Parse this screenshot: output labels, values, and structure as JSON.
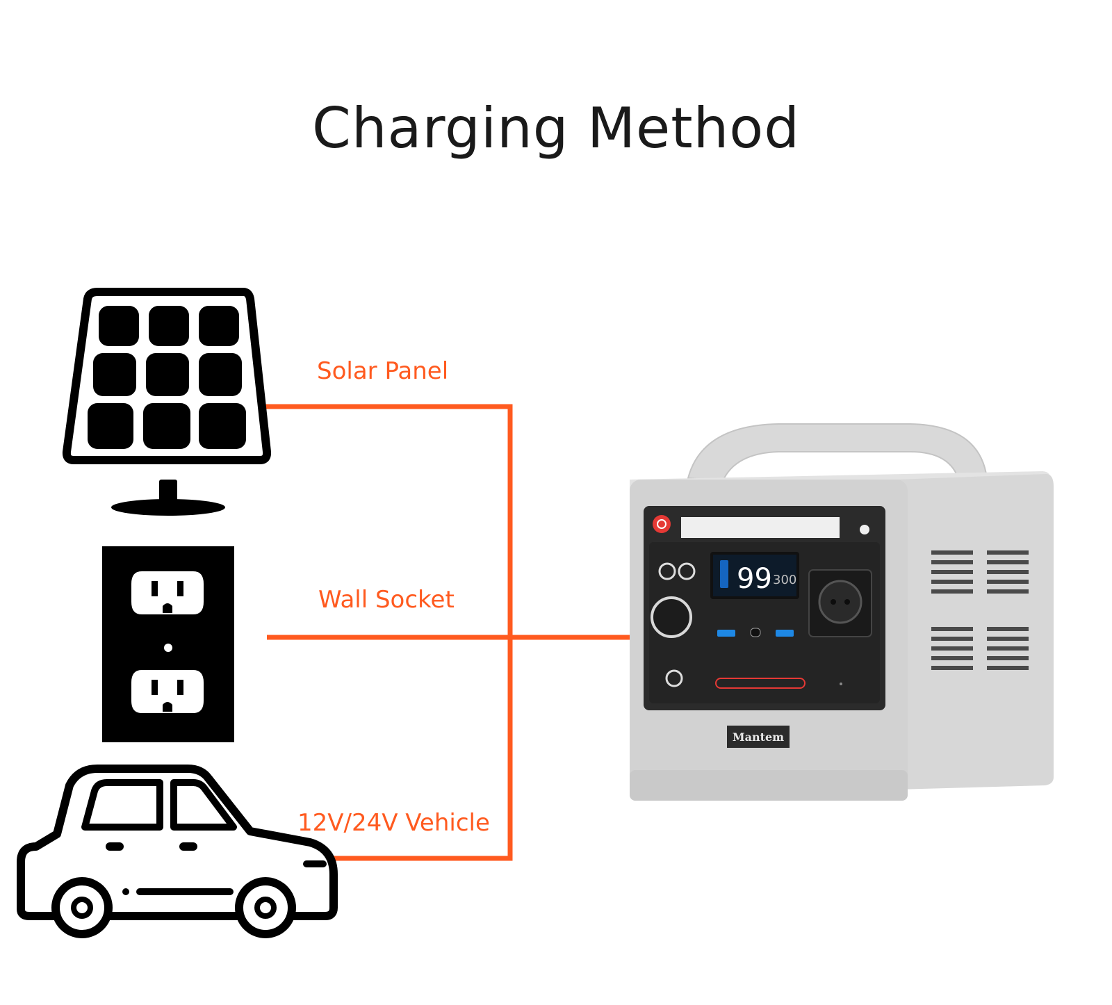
{
  "title": "Charging Method",
  "colors": {
    "accent": "#ff5a1f",
    "icon": "#000000",
    "device_body": "#d4d4d4",
    "device_panel": "#2b2b2b",
    "display": "#1565c0"
  },
  "sources": [
    {
      "label": "Solar Panel",
      "icon": "solar-panel-icon"
    },
    {
      "label": "Wall Socket",
      "icon": "wall-outlet-icon"
    },
    {
      "label": "12V/24V Vehicle",
      "icon": "car-icon"
    }
  ],
  "device": {
    "icon": "portable-power-station-icon",
    "display_value": "99",
    "display_secondary": "300",
    "brand": "Mantem"
  }
}
